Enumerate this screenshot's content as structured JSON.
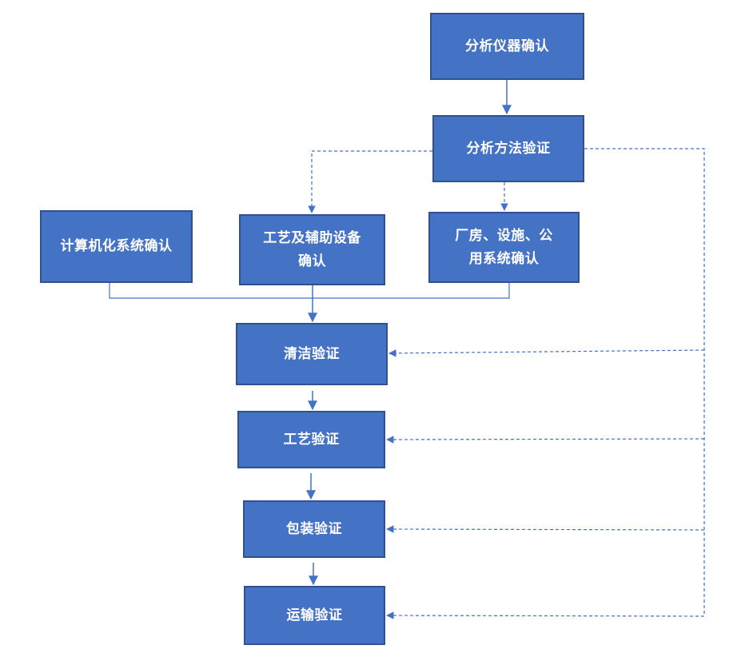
{
  "diagram": {
    "nodes": {
      "analytical_instrument": {
        "lines": [
          "分析仪器确认"
        ]
      },
      "analytical_method": {
        "lines": [
          "分析方法验证"
        ]
      },
      "computer_system": {
        "lines": [
          "计算机化系统确认"
        ]
      },
      "process_equipment": {
        "lines": [
          "工艺及辅助设备",
          "确认"
        ]
      },
      "facility_utility": {
        "lines": [
          "厂房、设施、公",
          "用系统确认"
        ]
      },
      "cleaning": {
        "lines": [
          "清洁验证"
        ]
      },
      "process": {
        "lines": [
          "工艺验证"
        ]
      },
      "packaging": {
        "lines": [
          "包装验证"
        ]
      },
      "transport": {
        "lines": [
          "运输验证"
        ]
      }
    },
    "edges": [
      {
        "from": "analytical_instrument",
        "to": "analytical_method",
        "style": "solid"
      },
      {
        "from": "analytical_method",
        "to": "process_equipment",
        "style": "dashed"
      },
      {
        "from": "analytical_method",
        "to": "facility_utility",
        "style": "dashed"
      },
      {
        "from": "computer_system",
        "to": "cleaning",
        "style": "solid"
      },
      {
        "from": "process_equipment",
        "to": "cleaning",
        "style": "solid"
      },
      {
        "from": "facility_utility",
        "to": "cleaning",
        "style": "solid"
      },
      {
        "from": "cleaning",
        "to": "process",
        "style": "solid"
      },
      {
        "from": "process",
        "to": "packaging",
        "style": "solid"
      },
      {
        "from": "packaging",
        "to": "transport",
        "style": "solid"
      },
      {
        "from": "analytical_method",
        "to": "cleaning",
        "style": "dashed"
      },
      {
        "from": "analytical_method",
        "to": "process",
        "style": "dashed"
      },
      {
        "from": "analytical_method",
        "to": "packaging",
        "style": "dashed"
      },
      {
        "from": "analytical_method",
        "to": "transport",
        "style": "dashed"
      }
    ],
    "colors": {
      "box_fill": "#4472c4",
      "box_border": "#2f528f",
      "box_text": "#ffffff",
      "connector": "#4472c4"
    }
  }
}
